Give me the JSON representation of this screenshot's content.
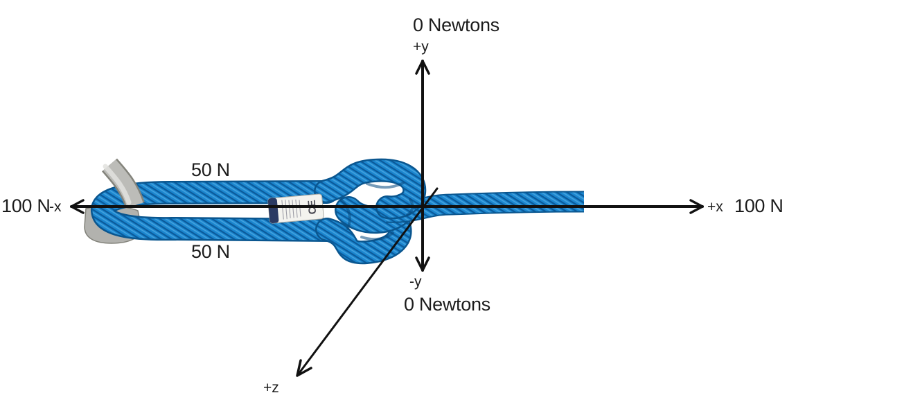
{
  "figure": {
    "forces": {
      "top": "0 Newtons",
      "bottom": "0 Newtons",
      "left": "100 N",
      "right": "100 N",
      "rope_upper": "50 N",
      "rope_lower": "50 N"
    },
    "axes": {
      "plus_x": "+x",
      "minus_x": "-x",
      "plus_y": "+y",
      "minus_y": "-y",
      "plus_z": "+z"
    },
    "rope_tag": {
      "text": "CE"
    },
    "colors": {
      "rope_blue": "#1b86cf",
      "rope_dark_blue": "#0a568f",
      "rope_light_blue": "#45a3de",
      "metal_gray": "#b2b2ae",
      "metal_dark": "#83837b",
      "axis_color": "#111111",
      "background": "#ffffff"
    }
  }
}
